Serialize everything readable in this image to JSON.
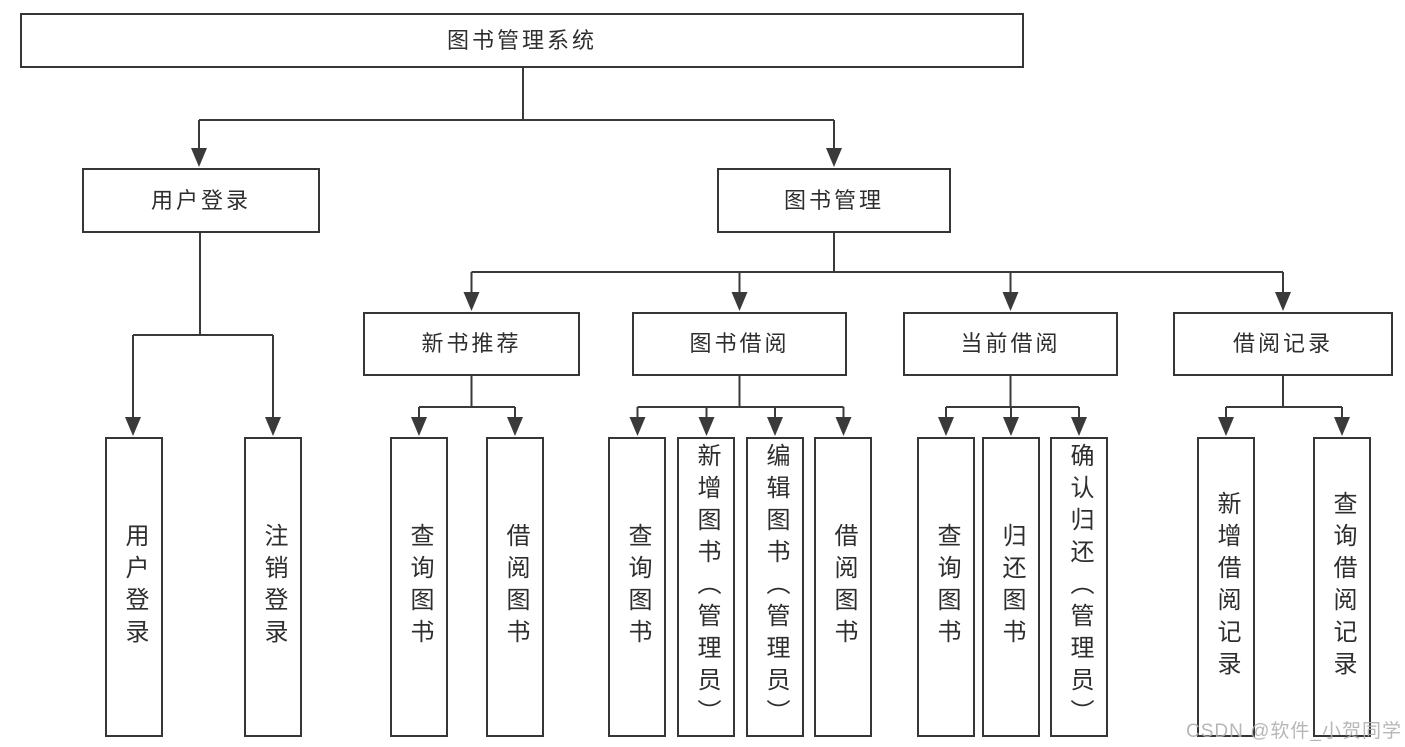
{
  "diagram": {
    "title": "图书管理系统",
    "branches": [
      {
        "label": "用户登录",
        "children": [
          {
            "label": "用户登录"
          },
          {
            "label": "注销登录"
          }
        ]
      },
      {
        "label": "图书管理",
        "children": [
          {
            "label": "新书推荐",
            "children": [
              {
                "label": "查询图书"
              },
              {
                "label": "借阅图书"
              }
            ]
          },
          {
            "label": "图书借阅",
            "children": [
              {
                "label": "查询图书"
              },
              {
                "label": "新增图书（管理员）"
              },
              {
                "label": "编辑图书（管理员）"
              },
              {
                "label": "借阅图书"
              }
            ]
          },
          {
            "label": "当前借阅",
            "children": [
              {
                "label": "查询图书"
              },
              {
                "label": "归还图书"
              },
              {
                "label": "确认归还（管理员）"
              }
            ]
          },
          {
            "label": "借阅记录",
            "children": [
              {
                "label": "新增借阅记录"
              },
              {
                "label": "查询借阅记录"
              }
            ]
          }
        ]
      }
    ],
    "watermark": "CSDN @软件_小贺同学",
    "colors": {
      "line": "#3a3a3a",
      "box_border": "#363636",
      "box_fill": "#ffffff",
      "text": "#2e2e2e",
      "watermark": "#b0b0b0"
    }
  }
}
